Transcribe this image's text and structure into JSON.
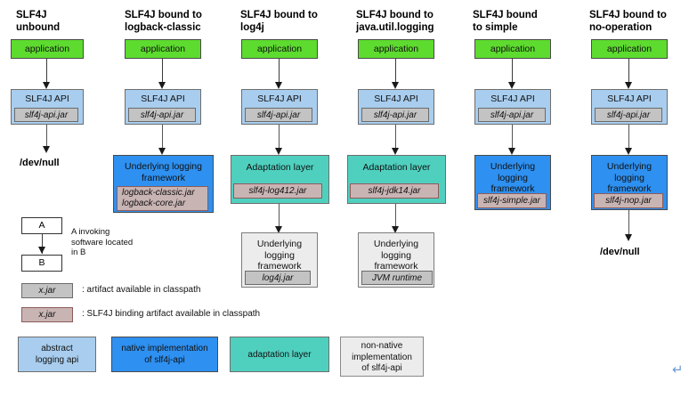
{
  "diagram": {
    "title": "SLF4J bindings architecture",
    "colors": {
      "application": "#5ddb2f",
      "abstract_api": "#a8cdee",
      "native_impl": "#2e90f0",
      "adaptation_layer": "#4fd0bf",
      "non_native_impl": "#ececec",
      "jar_chip": "#c3c3c3",
      "binding_jar_chip": "#c9b4b4",
      "arrow": "#555555",
      "return_icon": "#6d9ad4"
    },
    "columns": [
      {
        "id": "unbound",
        "title": "SLF4J\nunbound",
        "application": "application",
        "api": "SLF4J API",
        "api_jar": "slf4j-api.jar",
        "terminal": "/dev/null"
      },
      {
        "id": "logback-classic",
        "title": "SLF4J bound to\nlogback-classic",
        "application": "application",
        "api": "SLF4J API",
        "api_jar": "slf4j-api.jar",
        "impl": "Underlying logging\nframework",
        "impl_jar": "logback-classic.jar\nlogback-core.jar"
      },
      {
        "id": "log4j",
        "title": "SLF4J bound to\nlog4j",
        "application": "application",
        "api": "SLF4J API",
        "api_jar": "slf4j-api.jar",
        "adapter": "Adaptation layer",
        "adapter_jar": "slf4j-log412.jar",
        "impl": "Underlying\nlogging\nframework",
        "impl_jar": "log4j.jar"
      },
      {
        "id": "java-util-logging",
        "title": "SLF4J bound to\njava.util.logging",
        "application": "application",
        "api": "SLF4J API",
        "api_jar": "slf4j-api.jar",
        "adapter": "Adaptation layer",
        "adapter_jar": "slf4j-jdk14.jar",
        "impl": "Underlying\nlogging\nframework",
        "impl_jar": "JVM runtime"
      },
      {
        "id": "simple",
        "title": "SLF4J bound\nto simple",
        "application": "application",
        "api": "SLF4J API",
        "api_jar": "slf4j-api.jar",
        "impl": "Underlying\nlogging\nframework",
        "impl_jar": "slf4j-simple.jar"
      },
      {
        "id": "no-operation",
        "title": "SLF4J bound to\nno-operation",
        "application": "application",
        "api": "SLF4J API",
        "api_jar": "slf4j-api.jar",
        "impl": "Underlying\nlogging\nframework",
        "impl_jar": "slf4j-nop.jar",
        "terminal": "/dev/null"
      }
    ],
    "legend": {
      "invocation": {
        "box_a": "A",
        "box_b": "B",
        "caption": "A invoking\nsoftware located\nin B"
      },
      "jar_rows": [
        {
          "chip": "x.jar",
          "kind": "plain",
          "caption": ": artifact available in classpath"
        },
        {
          "chip": "x.jar",
          "kind": "binding",
          "caption": ": SLF4J binding artifact available in classpath"
        }
      ],
      "swatches": [
        {
          "id": "abstract-logging-api",
          "label": "abstract\nlogging api"
        },
        {
          "id": "native-implementation",
          "label": "native implementation\nof slf4j-api"
        },
        {
          "id": "adaptation-layer",
          "label": "adaptation layer"
        },
        {
          "id": "non-native-implementation",
          "label": "non-native\nimplementation\nof slf4j-api"
        }
      ]
    },
    "return_icon": "↵"
  }
}
